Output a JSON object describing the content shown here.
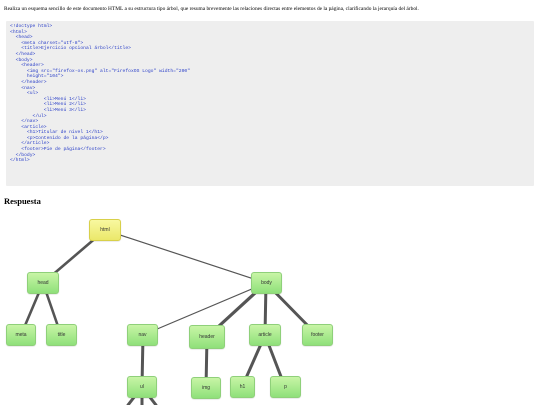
{
  "intro_text": "Realiza un esquema sencillo de este documento HTML a su estructura tipo árbol, que resuma brevemente las relaciones directas entre elementos de la página, clarificando la jerarquía del árbol.",
  "code_lines": [
    "<!doctype html>",
    "<html>",
    "  <head>",
    "    <meta charset=\"utf-8\">",
    "    <title>Ejercicio opcional árbol</title>",
    "  </head>",
    "  <body>",
    "    <header>",
    "      <img src=\"firefox-os.png\" alt=\"FirefoxOS Logo\" width=\"200\"",
    "      height=\"104\">",
    "    </header>",
    "    <nav>",
    "      <ul>",
    "            <li>Menú 1</li>",
    "            <li>Menú 2</li>",
    "            <li>Menú 3</li>",
    "        </ul>",
    "    </nav>",
    "    <article>",
    "      <h1>Titular de nivel 1</h1>",
    "      <p>Contenido de la página</p>",
    "    </article>",
    "    <footer>Pie de página</footer>",
    "  </body>",
    "</html>"
  ],
  "answer_heading": "Respuesta",
  "tree": {
    "html": "html",
    "head": "head",
    "body": "body",
    "meta": "meta",
    "title": "title",
    "nav": "nav",
    "header": "header",
    "article": "article",
    "footer": "footer",
    "ul": "ul",
    "img": "img",
    "h1": "h1",
    "p": "p"
  },
  "colors": {
    "root_node": "#f0ee80",
    "child_node": "#a8eb8e",
    "code_text": "#2a3fc8",
    "code_background": "#eeeeee",
    "edge": "#555555"
  }
}
